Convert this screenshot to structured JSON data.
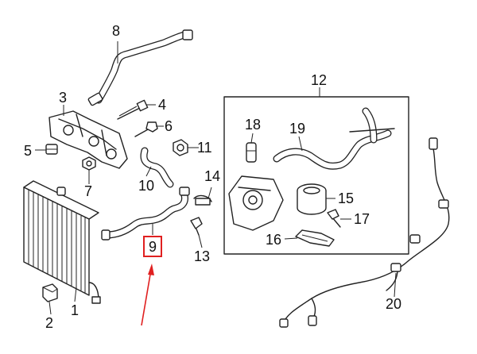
{
  "callouts": {
    "c1": "1",
    "c2": "2",
    "c3": "3",
    "c4": "4",
    "c5": "5",
    "c6": "6",
    "c7": "7",
    "c8": "8",
    "c9": "9",
    "c10": "10",
    "c11": "11",
    "c12": "12",
    "c13": "13",
    "c14": "14",
    "c15": "15",
    "c16": "16",
    "c17": "17",
    "c18": "18",
    "c19": "19",
    "c20": "20"
  },
  "colors": {
    "highlight": "#e02020",
    "ink": "#222222"
  }
}
